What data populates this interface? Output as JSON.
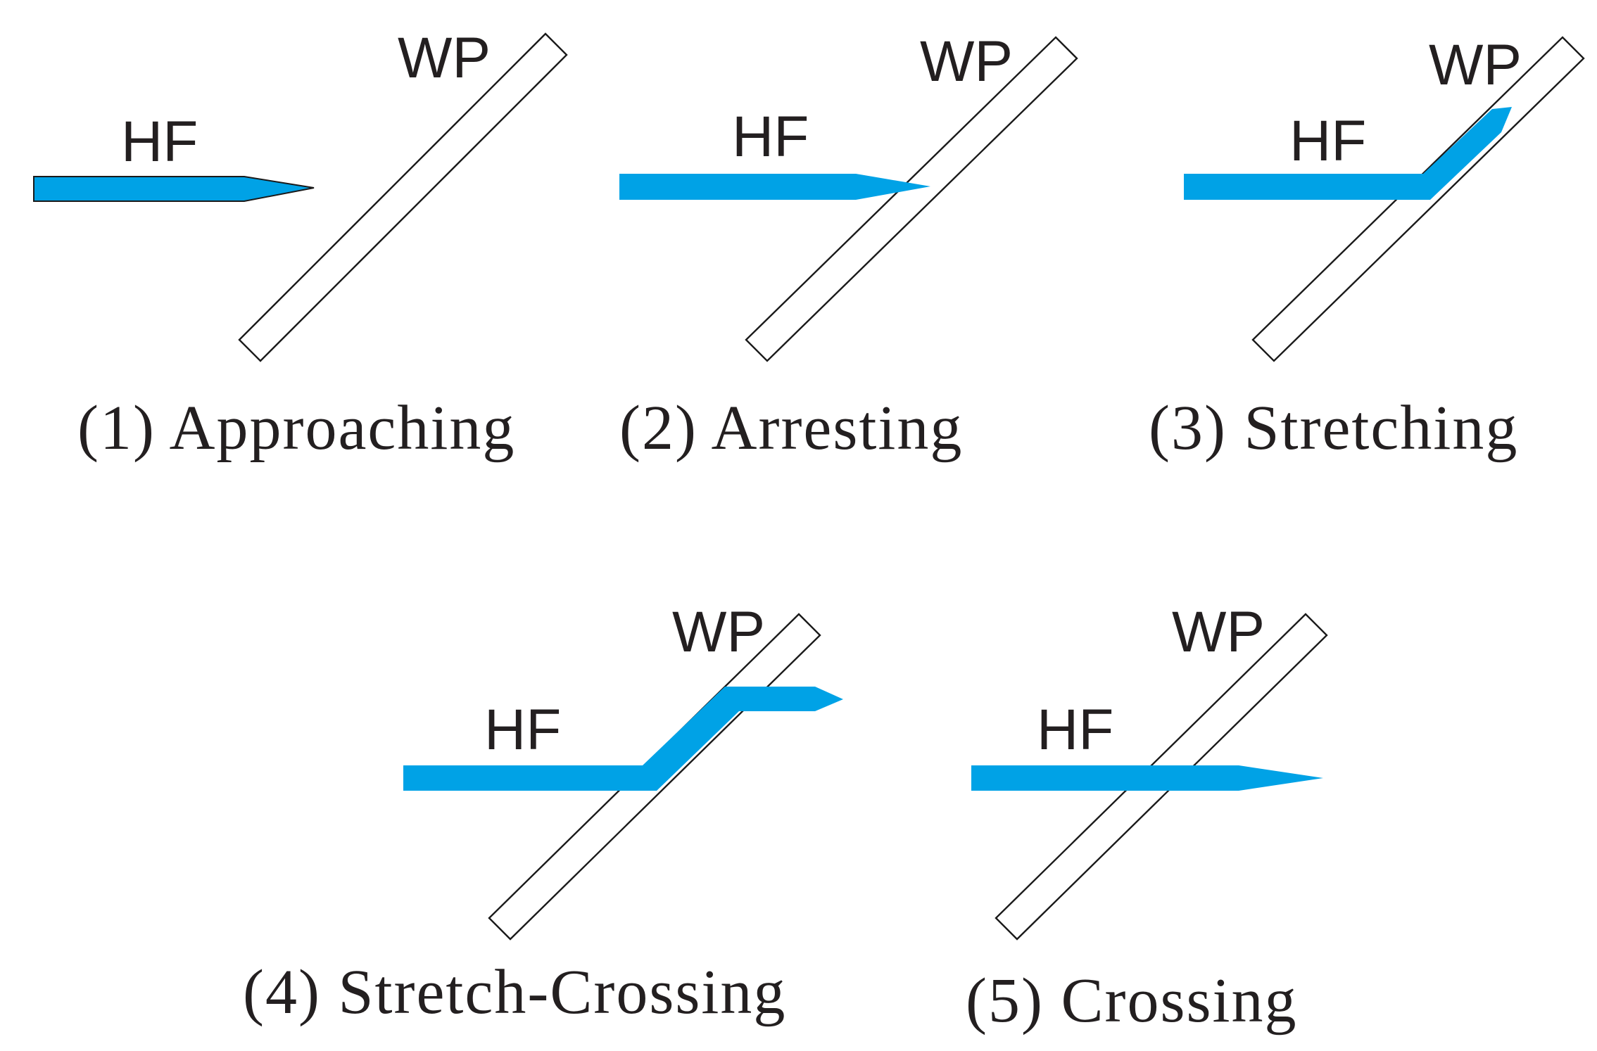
{
  "labels": {
    "hf": "HF",
    "wp": "WP"
  },
  "colors": {
    "fracture": "#00a2e6",
    "outline": "#1a1a1a",
    "text": "#231f20"
  },
  "panels": [
    {
      "id": "approaching",
      "caption": "(1) Approaching"
    },
    {
      "id": "arresting",
      "caption": "(2) Arresting"
    },
    {
      "id": "stretching",
      "caption": "(3) Stretching"
    },
    {
      "id": "stretch-crossing",
      "caption": "(4) Stretch-Crossing"
    },
    {
      "id": "crossing",
      "caption": "(5) Crossing"
    }
  ]
}
